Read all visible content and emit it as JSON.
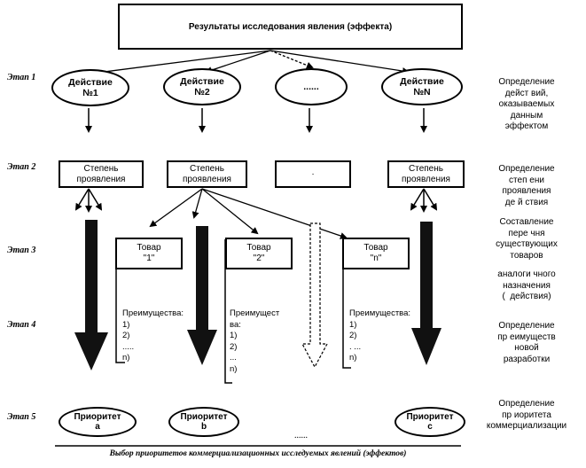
{
  "title": "Результаты  исследования явления (эффекта)",
  "stages": [
    "Этап 1",
    "Этап 2",
    "Этап 3",
    "Этап 4",
    "Этап 5"
  ],
  "actions": [
    {
      "line1": "Действие",
      "line2": "№1"
    },
    {
      "line1": "Действие",
      "line2": "№2"
    },
    {
      "line1": "......",
      "line2": ""
    },
    {
      "line1": "Действие",
      "line2": "№N"
    }
  ],
  "degree_boxes": [
    {
      "line1": "Степень",
      "line2": "проявления"
    },
    {
      "line1": "Степень",
      "line2": "проявления"
    },
    {
      "line1": "·",
      "line2": ""
    },
    {
      "line1": "Степень",
      "line2": "проявления"
    }
  ],
  "goods": [
    {
      "line1": "Товар",
      "line2": "\"1\""
    },
    {
      "line1": "Товар",
      "line2": "\"2\""
    },
    {
      "line1": "Товар",
      "line2": "\"n\""
    }
  ],
  "advantages": [
    "Преимущества:\n1)\n2)\n.....\nn)",
    "Преимущест\nва:\n1)\n2)\n...\nn)",
    "Преимущества:\n1)\n2)\n. ...\nn)"
  ],
  "priorities": [
    {
      "line1": "Приоритет",
      "line2": "a"
    },
    {
      "line1": "Приоритет",
      "line2": "b"
    },
    {
      "line1": "Приоритет",
      "line2": "c"
    }
  ],
  "dots_bottom": "......",
  "right_column": [
    "Определение\nдейст вий,\nоказываемых\nданным\nэффектом",
    "Определение\nстеп ени\nпроявления\nде й ствия",
    "Составление\nпере чня\nсуществующих\nтоваров",
    "аналоги чного\nназначения\n(  действия)",
    "Определение\nпр еимуществ\nновой\nразработки",
    "Определение\nпр иоритета\nкоммерциализации"
  ],
  "bottom_caption": "Выбор приоритетов коммерциализационных исследуемых явлений (эффектов)"
}
